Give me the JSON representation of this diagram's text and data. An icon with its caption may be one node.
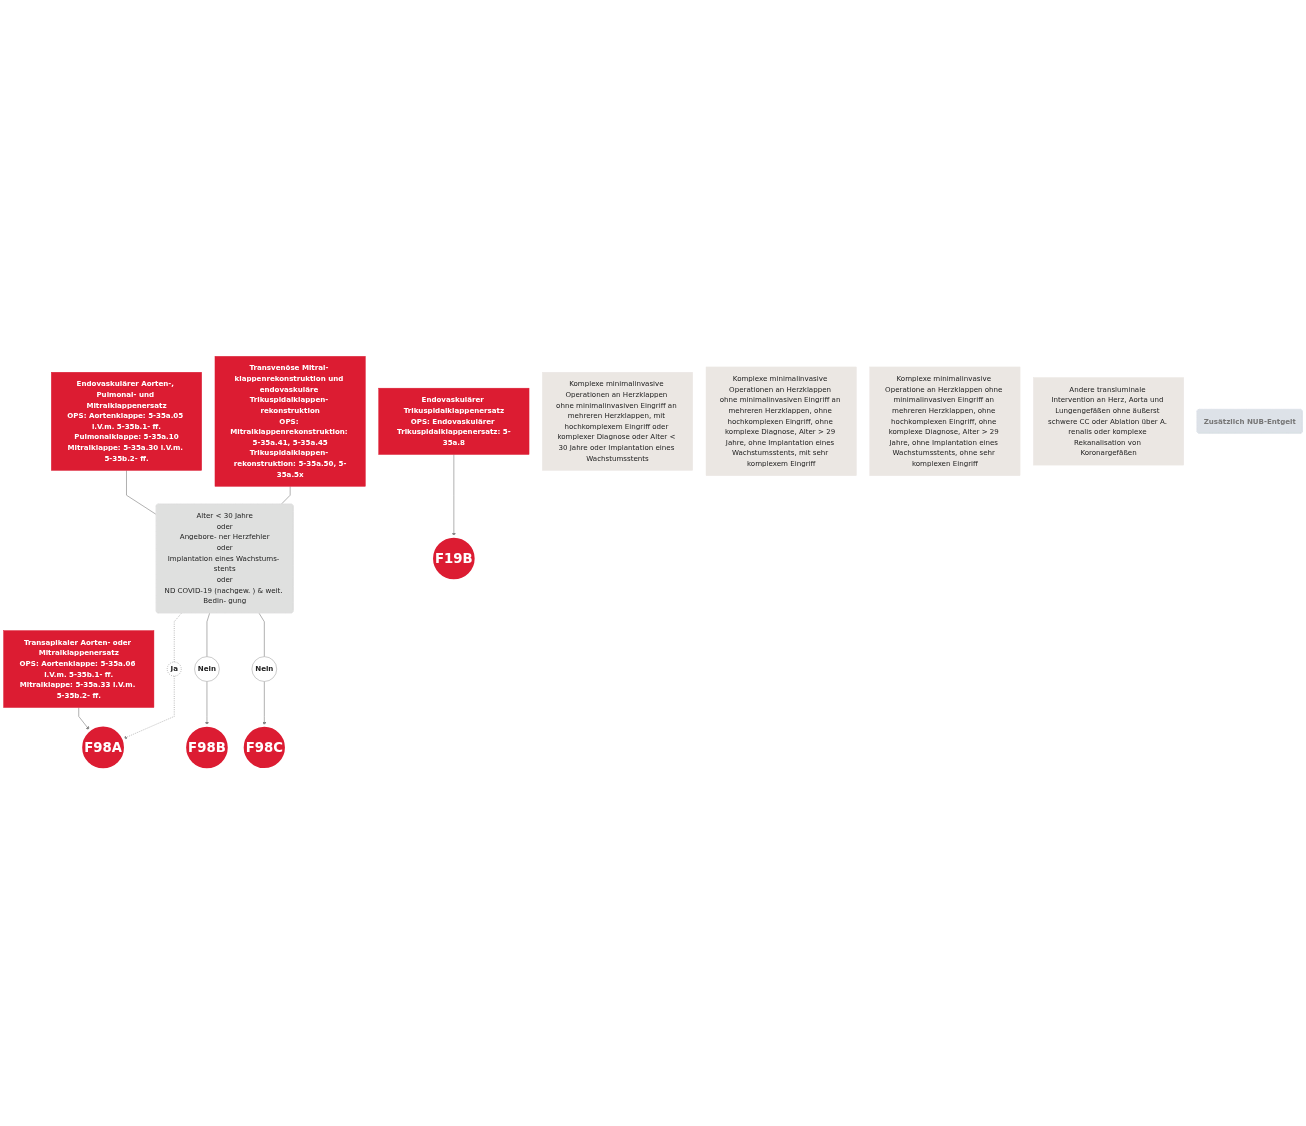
{
  "diagram": {
    "nodes": [
      {
        "text": [
          "Transapikaler Aorten- oder Mitralklappenersatz",
          "OPS: Aortenklappe: 5-35a.06 i.V.m. 5-35b.1- ff.",
          "Mitralklappe: 5-35a.33 i.V.m. 5-35b.2- ff."
        ]
      },
      {
        "text": [
          "Endovaskulärer Aorten-, Pulmonal- und Mitralklappenersatz",
          "OPS: Aortenklappe: 5-35a.05 i.V.m. 5-35b.1- ff.",
          "Pulmonalklappe: 5-35a.10",
          "Mitralklappe: 5-35a.30 i.V.m. 5-35b.2- ff."
        ]
      },
      {
        "text": [
          "Transvenöse Mitral- klappenrekonstruktion und endovaskuläre Trikuspidalklappen- rekonstruktion",
          "OPS: Mitralklappenrekonstruktion: 5-35a.41, 5-35a.45",
          "Trikuspidalklappen- rekonstruktion: 5-35a.50, 5-35a.5x"
        ]
      },
      {
        "text": [
          "Endovaskulärer Trikuspidalklappenersatz",
          "OPS: Endovaskulärer Trikuspidalklappenersatz: 5-35a.8"
        ]
      },
      {
        "text": [
          "Ja"
        ]
      },
      {
        "text": [
          "Alter < 30 Jahre",
          "oder",
          "Angebore- ner Herzfehler",
          "oder",
          "Implantation eines Wachstums- stents",
          "oder",
          "ND COVID-19 (nachgew. ) & weit. Bedin- gung"
        ]
      },
      {
        "text": [
          "Nein"
        ]
      },
      {
        "text": [
          "Nein"
        ]
      },
      {
        "text": [
          "F98A"
        ]
      },
      {
        "text": [
          "Komplexe minimalinvasive Operationen an Herzklappen ohne minimalinvasiven Eingriff an mehreren Herzklappen, mit hochkomplexem Eingriff oder komplexer Diagnose oder Alter < 30 Jahre oder Implantation eines Wachstumsstents"
        ]
      },
      {
        "text": [
          "F98B"
        ]
      },
      {
        "text": [
          "Komplexe minimalinvasive Operationen an Herzklappen ohne minimalinvasiven Eingriff an mehreren Herzklappen, ohne hochkomplexen Eingriff, ohne komplexe Diagnose, Alter > 29 Jahre, ohne Implantation eines Wachstumsstents, mit sehr komplexem Eingriff"
        ]
      },
      {
        "text": [
          "F98C"
        ]
      },
      {
        "text": [
          "Komplexe minimalinvasive Operatione an Herzklappen ohne minimalinvasiven Eingriff an mehreren Herzklappen, ohne hochkomplexen Eingriff, ohne komplexe Diagnose, Alter > 29 Jahre, ohne Implantation eines Wachstumsstents, ohne sehr komplexen Eingriff"
        ]
      },
      {
        "text": [
          "F19B"
        ]
      },
      {
        "text": [
          "Andere transluminale Intervention an Herz, Aorta und Lungengefäßen ohne äußerst schwere CC oder Ablation über A. renalis oder komplexe Rekanalisation von Koronargefäßen"
        ]
      },
      {
        "text": [
          "Zusätzlich NUB-Entgelt"
        ]
      }
    ],
    "edges": [
      {
        "from": 0,
        "to": 8,
        "arrow": "to"
      },
      {
        "from": 1,
        "to": 5,
        "arrow": "none"
      },
      {
        "from": 2,
        "to": 5,
        "arrow": "none"
      },
      {
        "from": 5,
        "to": 4,
        "arrow": "none",
        "style": "dashed"
      },
      {
        "from": 4,
        "to": 8,
        "arrow": "to",
        "style": "dashed"
      },
      {
        "from": 5,
        "to": 6,
        "arrow": "none"
      },
      {
        "from": 6,
        "to": 10,
        "arrow": "to"
      },
      {
        "from": 5,
        "to": 7,
        "arrow": "none"
      },
      {
        "from": 7,
        "to": 12,
        "arrow": "to"
      },
      {
        "from": 3,
        "to": 14,
        "arrow": "to"
      }
    ]
  }
}
